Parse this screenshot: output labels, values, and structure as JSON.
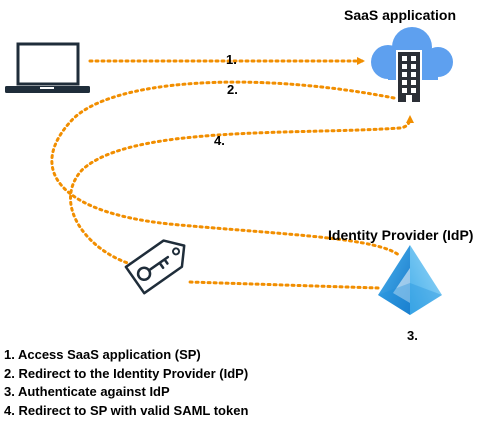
{
  "saas": {
    "title": "SaaS application",
    "icon": "cloud-building-icon",
    "cloud_color": "#5ea0ef",
    "building_color": "#ffffff"
  },
  "idp": {
    "title": "Identity Provider (IdP)",
    "icon": "azure-pyramid-icon",
    "color": "#1d8fdc"
  },
  "client": {
    "icon": "laptop-icon"
  },
  "token": {
    "icon": "key-tag-icon"
  },
  "arrows": {
    "color": "#f18e00",
    "style": "dotted"
  },
  "steps": {
    "s1": "1.",
    "s2": "2.",
    "s3": "3.",
    "s4": "4."
  },
  "legend": [
    "1. Access SaaS application (SP)",
    "2. Redirect to the Identity Provider (IdP)",
    "3. Authenticate against IdP",
    "4. Redirect to SP with valid SAML token"
  ]
}
